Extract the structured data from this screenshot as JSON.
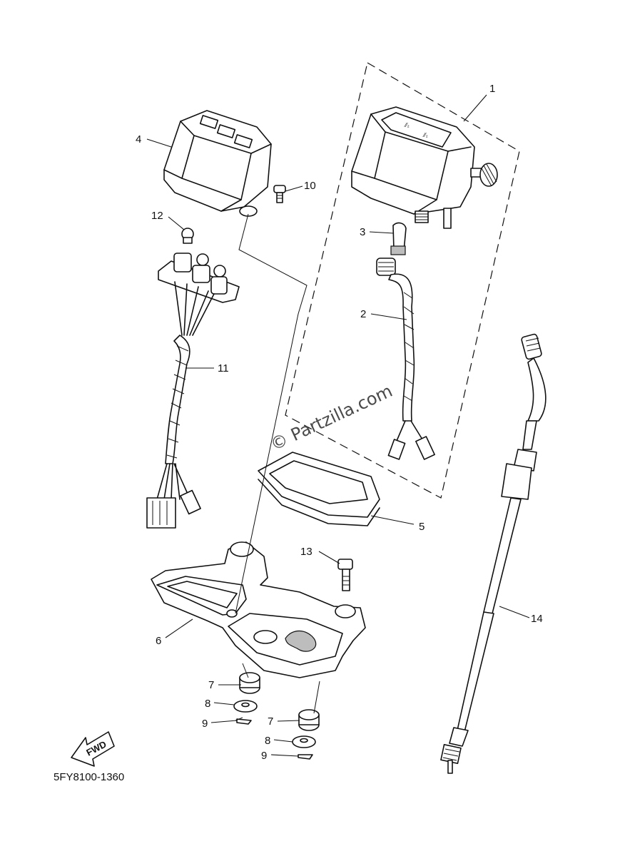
{
  "diagram": {
    "part_code": "5FY8100-1360",
    "watermark": "© Partzilla.com",
    "fwd_label": "FWD",
    "callouts": [
      {
        "id": "c1",
        "text": "1"
      },
      {
        "id": "c2",
        "text": "2"
      },
      {
        "id": "c3",
        "text": "3"
      },
      {
        "id": "c4",
        "text": "4"
      },
      {
        "id": "c5",
        "text": "5"
      },
      {
        "id": "c6",
        "text": "6"
      },
      {
        "id": "c7a",
        "text": "7"
      },
      {
        "id": "c7b",
        "text": "7"
      },
      {
        "id": "c8a",
        "text": "8"
      },
      {
        "id": "c8b",
        "text": "8"
      },
      {
        "id": "c9a",
        "text": "9"
      },
      {
        "id": "c9b",
        "text": "9"
      },
      {
        "id": "c10",
        "text": "10"
      },
      {
        "id": "c11",
        "text": "11"
      },
      {
        "id": "c12",
        "text": "12"
      },
      {
        "id": "c13",
        "text": "13"
      },
      {
        "id": "c14",
        "text": "14"
      }
    ]
  }
}
